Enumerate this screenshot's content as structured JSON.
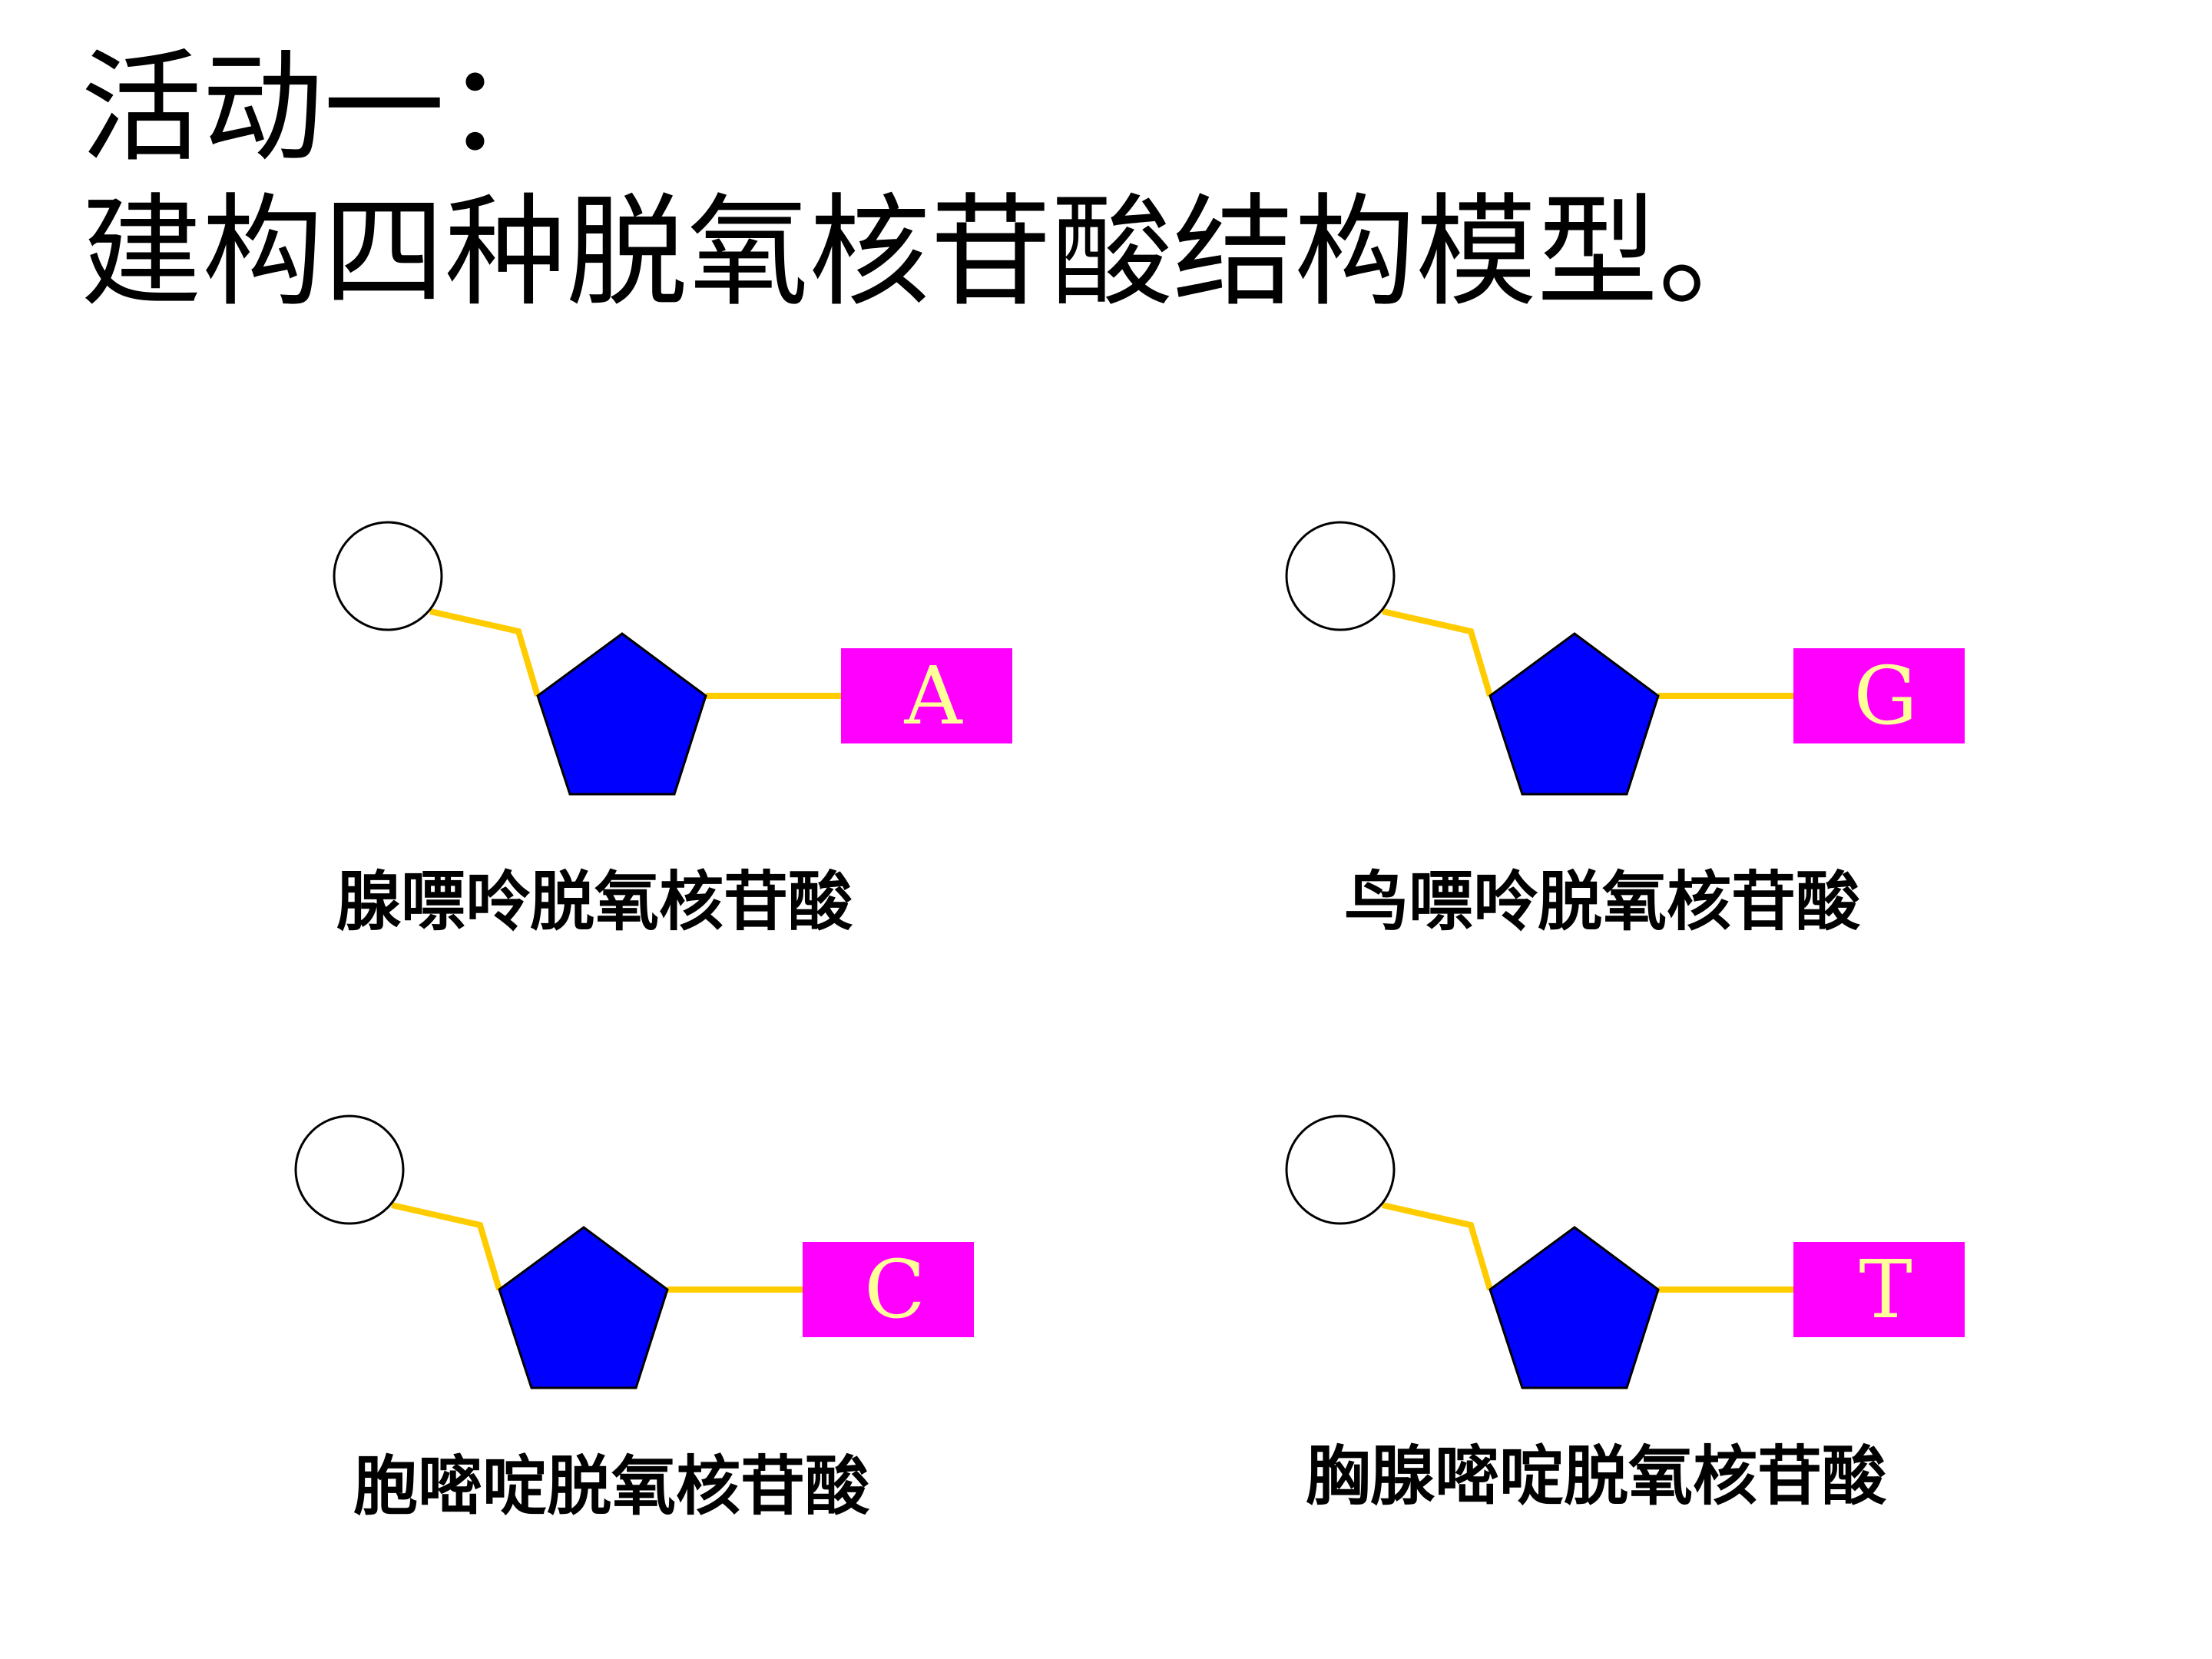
{
  "title": {
    "line1": "活动一：",
    "line2": "建构四种脱氧核苷酸结构模型。"
  },
  "colors": {
    "phosphate_fill": "#ffffff",
    "sugar_fill": "#0000ff",
    "base_fill": "#ff00ff",
    "base_letter": "#ffff99",
    "bond": "#ffcc00",
    "outline": "#000000"
  },
  "nucleotides": [
    {
      "base": "A",
      "name": "腺嘌呤脱氧核苷酸"
    },
    {
      "base": "G",
      "name": "鸟嘌呤脱氧核苷酸"
    },
    {
      "base": "C",
      "name": "胞嘧啶脱氧核苷酸"
    },
    {
      "base": "T",
      "name": "胸腺嘧啶脱氧核苷酸"
    }
  ]
}
